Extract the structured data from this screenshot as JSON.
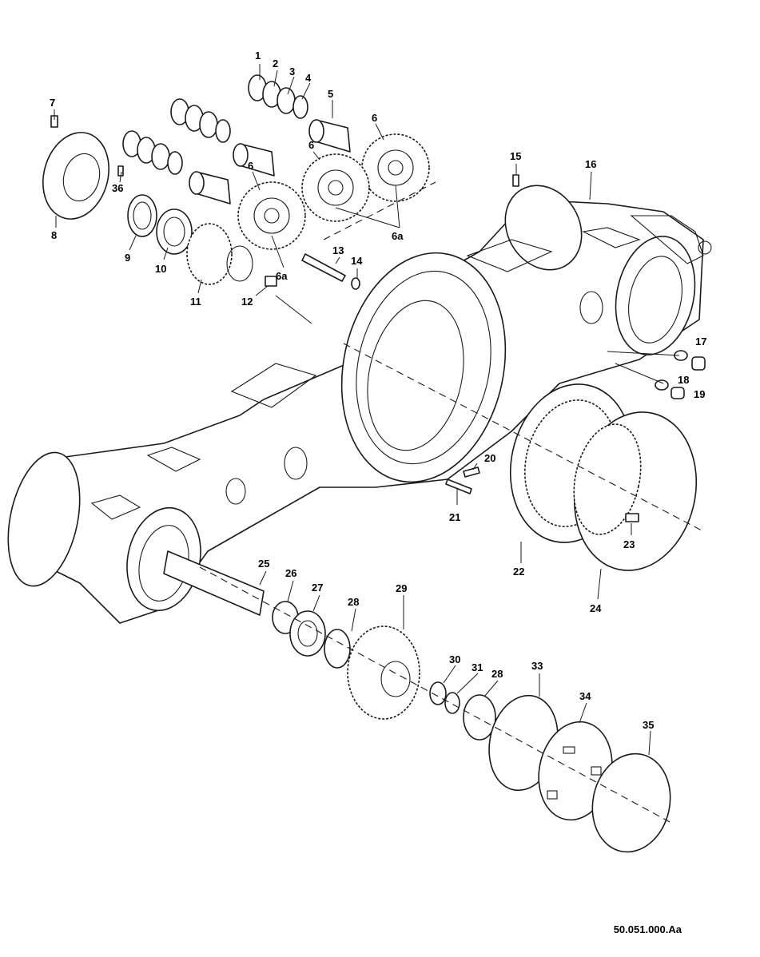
{
  "drawing_reference": "50.051.000.Aa",
  "callouts": [
    {
      "id": "c1",
      "text": "1"
    },
    {
      "id": "c2",
      "text": "2"
    },
    {
      "id": "c3",
      "text": "3"
    },
    {
      "id": "c4",
      "text": "4"
    },
    {
      "id": "c5",
      "text": "5"
    },
    {
      "id": "c6a",
      "text": "6"
    },
    {
      "id": "c6b",
      "text": "6"
    },
    {
      "id": "c6c",
      "text": "6"
    },
    {
      "id": "c6ax",
      "text": "6a"
    },
    {
      "id": "c6ay",
      "text": "6a"
    },
    {
      "id": "c7",
      "text": "7"
    },
    {
      "id": "c8",
      "text": "8"
    },
    {
      "id": "c9",
      "text": "9"
    },
    {
      "id": "c10",
      "text": "10"
    },
    {
      "id": "c11",
      "text": "11"
    },
    {
      "id": "c12",
      "text": "12"
    },
    {
      "id": "c13",
      "text": "13"
    },
    {
      "id": "c14",
      "text": "14"
    },
    {
      "id": "c15",
      "text": "15"
    },
    {
      "id": "c16",
      "text": "16"
    },
    {
      "id": "c17",
      "text": "17"
    },
    {
      "id": "c18",
      "text": "18"
    },
    {
      "id": "c19",
      "text": "19"
    },
    {
      "id": "c20",
      "text": "20"
    },
    {
      "id": "c21",
      "text": "21"
    },
    {
      "id": "c22",
      "text": "22"
    },
    {
      "id": "c23",
      "text": "23"
    },
    {
      "id": "c24",
      "text": "24"
    },
    {
      "id": "c25",
      "text": "25"
    },
    {
      "id": "c26",
      "text": "26"
    },
    {
      "id": "c27",
      "text": "27"
    },
    {
      "id": "c28a",
      "text": "28"
    },
    {
      "id": "c28b",
      "text": "28"
    },
    {
      "id": "c29",
      "text": "29"
    },
    {
      "id": "c30",
      "text": "30"
    },
    {
      "id": "c31",
      "text": "31"
    },
    {
      "id": "c33",
      "text": "33"
    },
    {
      "id": "c34",
      "text": "34"
    },
    {
      "id": "c35",
      "text": "35"
    },
    {
      "id": "c36",
      "text": "36"
    }
  ]
}
